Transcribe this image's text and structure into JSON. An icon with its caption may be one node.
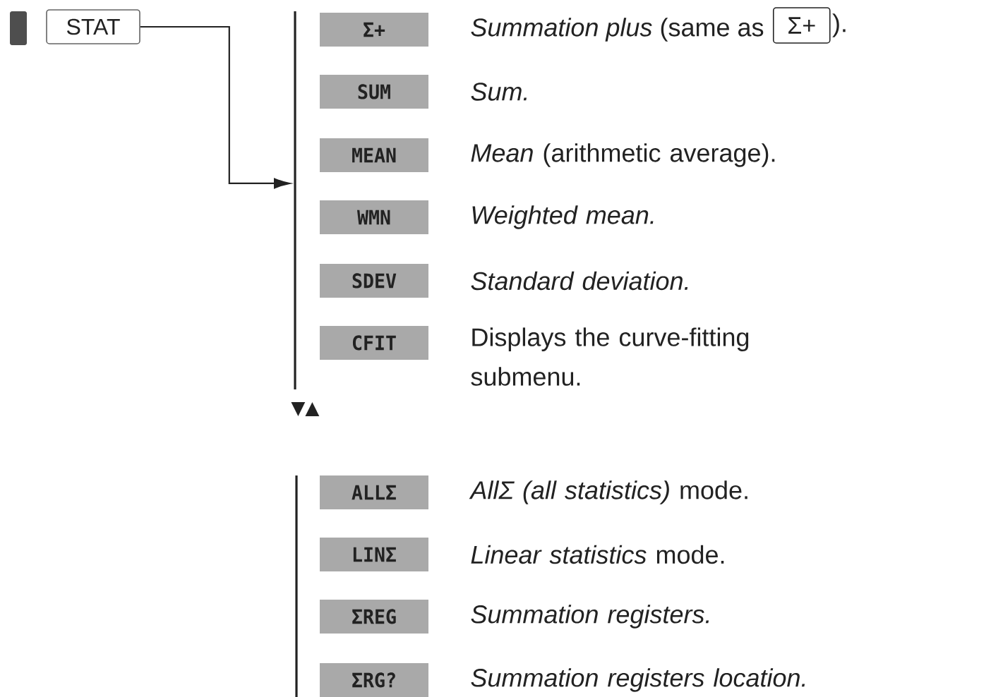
{
  "diagram": {
    "nodes": [
      {
        "text": [],
        "shape": "box"
      },
      {
        "text": [
          "STAT"
        ]
      },
      {
        "text": [],
        "shape": "bar"
      },
      {
        "text": [
          "Σ+"
        ]
      },
      {
        "text": [
          "Σ+"
        ],
        "beside": [
          ")."
        ]
      },
      {
        "text": [
          "SUM"
        ],
        "beside": [
          "*Sum.*"
        ]
      },
      {
        "text": [
          "MEAN"
        ],
        "beside": [
          "*Mean* (arithmetic average)."
        ]
      },
      {
        "text": [
          "WMN"
        ],
        "beside": [
          "*Weighted mean.*"
        ]
      },
      {
        "text": [
          "SDEV"
        ],
        "beside": [
          "*Standard deviation.*"
        ]
      },
      {
        "text": [
          "CFIT"
        ],
        "beside": [
          "Displays the curve-fitting submenu."
        ]
      },
      {
        "text": [
          "ALLΣ"
        ],
        "beside": [
          "*AllΣ (all statistics)* mode."
        ]
      },
      {
        "text": [
          "LINΣ"
        ],
        "beside": [
          "*Linear statistics* mode."
        ]
      },
      {
        "text": [
          "ΣREG"
        ],
        "beside": [
          "*Summation registers.*"
        ]
      },
      {
        "text": [
          "ΣRG?"
        ],
        "beside": [
          "*Summation registers location.*"
        ]
      }
    ],
    "edges": [
      {
        "from": 1,
        "to": 2,
        "arrow": "to"
      }
    ],
    "labels": [
      "*Summation plus* (same as",
      "▼▲"
    ]
  }
}
